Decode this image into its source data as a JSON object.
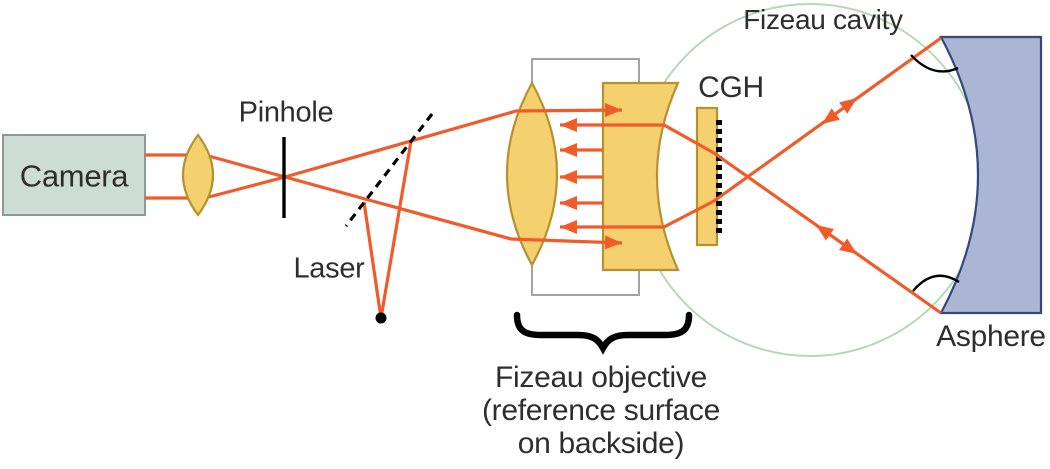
{
  "labels": {
    "camera": "Camera",
    "pinhole": "Pinhole",
    "laser": "Laser",
    "cgh": "CGH",
    "fizeau_cavity": "Fizeau cavity",
    "asphere": "Asphere",
    "caption_line1": "Fizeau objective",
    "caption_line2": "(reference surface",
    "caption_line3": "on backside)"
  },
  "colors": {
    "ray": "#f15a29",
    "glass_fill": "#f5d06e",
    "glass_border": "#b3922f",
    "camera_fill": "#cddcd4",
    "camera_border": "#8b9b92",
    "asphere_fill": "#aab6d4",
    "asphere_border": "#35487c",
    "cavity_circle": "#b7d7b7",
    "barrel_outline": "#a3a3a3",
    "annotation": "#000000",
    "text": "#2e2e2e",
    "background": "#ffffff"
  }
}
